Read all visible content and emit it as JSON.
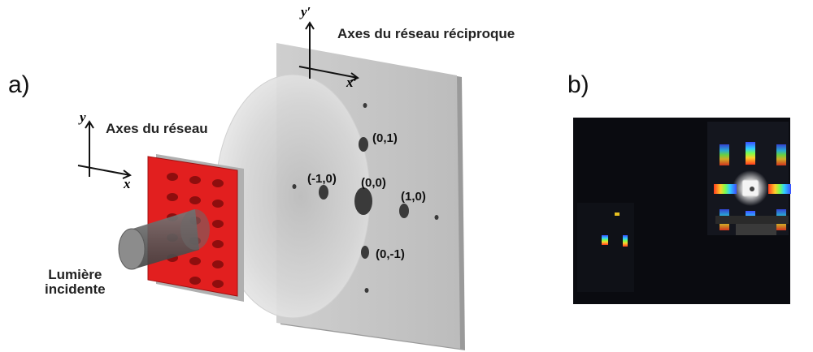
{
  "panel_a": {
    "label": "a)",
    "lattice_axes_label": "Axes du réseau",
    "reciprocal_axes_label": "Axes du réseau réciproque",
    "incident_light_label_line1": "Lumière",
    "incident_light_label_line2": "incidente",
    "axis_x": "x",
    "axis_y": "y",
    "axis_x_prime": "x′",
    "axis_y_prime": "y′",
    "orders": {
      "order_0_0": "(0,0)",
      "order_0_1": "(0,1)",
      "order_m1_0": "(-1,0)",
      "order_1_0": "(1,0)",
      "order_0_m1": "(0,-1)"
    }
  },
  "panel_b": {
    "label": "b)"
  },
  "colors": {
    "lattice_red": "#e21f1f",
    "screen_gray": "#c8c8c8",
    "spot_dark": "#3a3a3a",
    "photo_bg": "#0a0b10"
  }
}
